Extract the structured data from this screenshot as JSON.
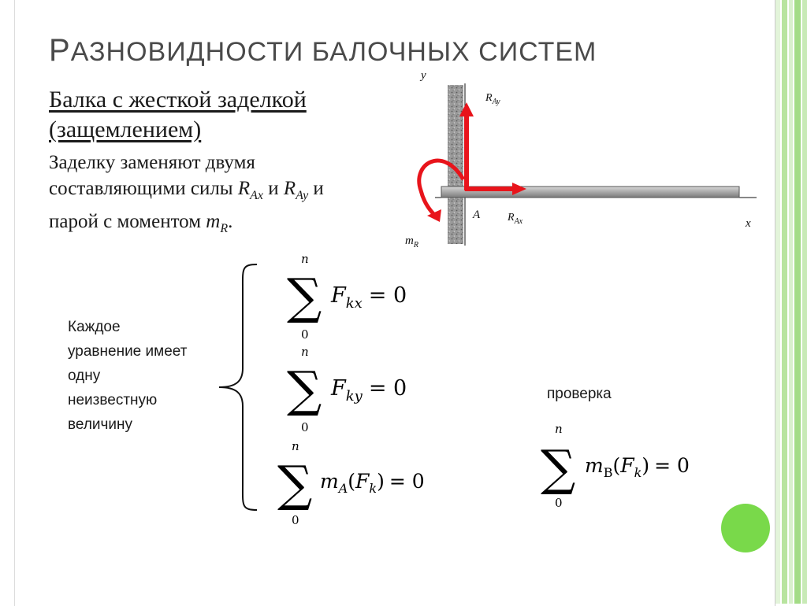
{
  "title": "Разновидности балочных систем",
  "subtitle_line1": "Балка с жесткой заделкой",
  "subtitle_line2": "(защемлением)",
  "desc": {
    "line1": "Заделку заменяют двумя",
    "line2_pre": "составляющими силы ",
    "r": "R",
    "ax": "Ax",
    "and": " и ",
    "ay": "Ay",
    "line2_post": " и",
    "line3_pre": "парой с моментом ",
    "m": "m",
    "rsub": "R",
    "period": "."
  },
  "diagram_labels": {
    "y": "y",
    "x": "x",
    "a": "A",
    "r": "R",
    "ax": "Ax",
    "ay": "Ay",
    "m": "m",
    "rsub": "R"
  },
  "note": {
    "line1": "Каждое",
    "line2": "уравнение имеет",
    "line3": "одну",
    "line4": "неизвестную",
    "line5": "величину"
  },
  "check_label": "проверка",
  "equations": {
    "upper": "n",
    "lower": "0",
    "eq1_f": "F",
    "eq1_sub": "kx",
    "eq2_f": "F",
    "eq2_sub": "ky",
    "eq3_m": "m",
    "eq3_msub": "A",
    "eq3_f": "F",
    "eq3_fsub": "k",
    "eq4_m": "m",
    "eq4_msub": "В",
    "eq4_f": "F",
    "eq4_fsub": "k",
    "equals_zero": "= 0",
    "sigma": "∑",
    "lparen": "(",
    "rparen": ")"
  },
  "colors": {
    "arrow": "#e8141b",
    "accent_green": "#79d94a",
    "stripe_light": "#c8eab6",
    "stripe_mid": "#a3dc86",
    "title": "#4a4a4a"
  }
}
